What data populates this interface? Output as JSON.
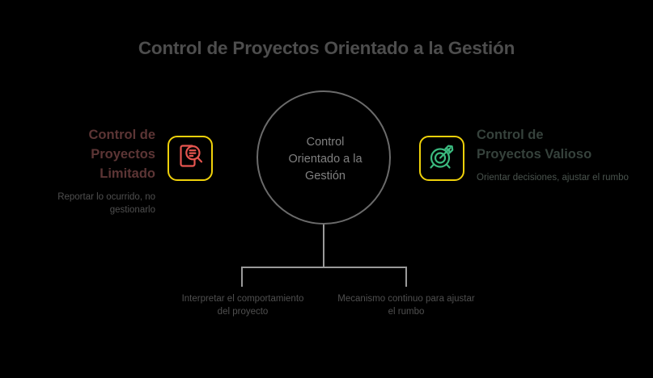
{
  "diagram": {
    "type": "concept-map",
    "title": "Control de Proyectos Orientado a la Gestión",
    "center": {
      "label": "Control\nOrientado a la\nGestión",
      "line1": "Control",
      "line2": "Orientado a la",
      "line3": "Gestión"
    },
    "branches": [
      {
        "side": "left",
        "heading": "Control de Proyectos Limitado",
        "heading_line1": "Control de",
        "heading_line2": "Proyectos",
        "heading_line3": "Limitado",
        "subtitle": "Reportar lo ocurrido, no gestionarlo",
        "icon": "document-magnifier-icon",
        "icon_color": "#e6554f",
        "box_border_color": "#efd10a",
        "heading_color": "#5c3535"
      },
      {
        "side": "right",
        "heading": "Control de Proyectos Valioso",
        "heading_line1": "Control de",
        "heading_line2": "Proyectos Valioso",
        "subtitle": "Orientar decisiones, ajustar el rumbo",
        "icon": "target-arrow-icon",
        "icon_color": "#3bba7f",
        "box_border_color": "#efd10a",
        "heading_color": "#36423c"
      }
    ],
    "leaves": [
      {
        "label": "Interpretar el comportamiento del proyecto"
      },
      {
        "label": "Mecanismo continuo para ajustar el rumbo"
      }
    ],
    "colors": {
      "background": "#000000",
      "title": "#4d4d4d",
      "circle_stroke": "#6b6b6b",
      "circle_text": "#808080",
      "connector": "#9a9a9a",
      "leaf_text": "#4f4f4f",
      "accent_yellow": "#efd10a",
      "accent_red": "#e6554f",
      "accent_green": "#3bba7f"
    }
  }
}
